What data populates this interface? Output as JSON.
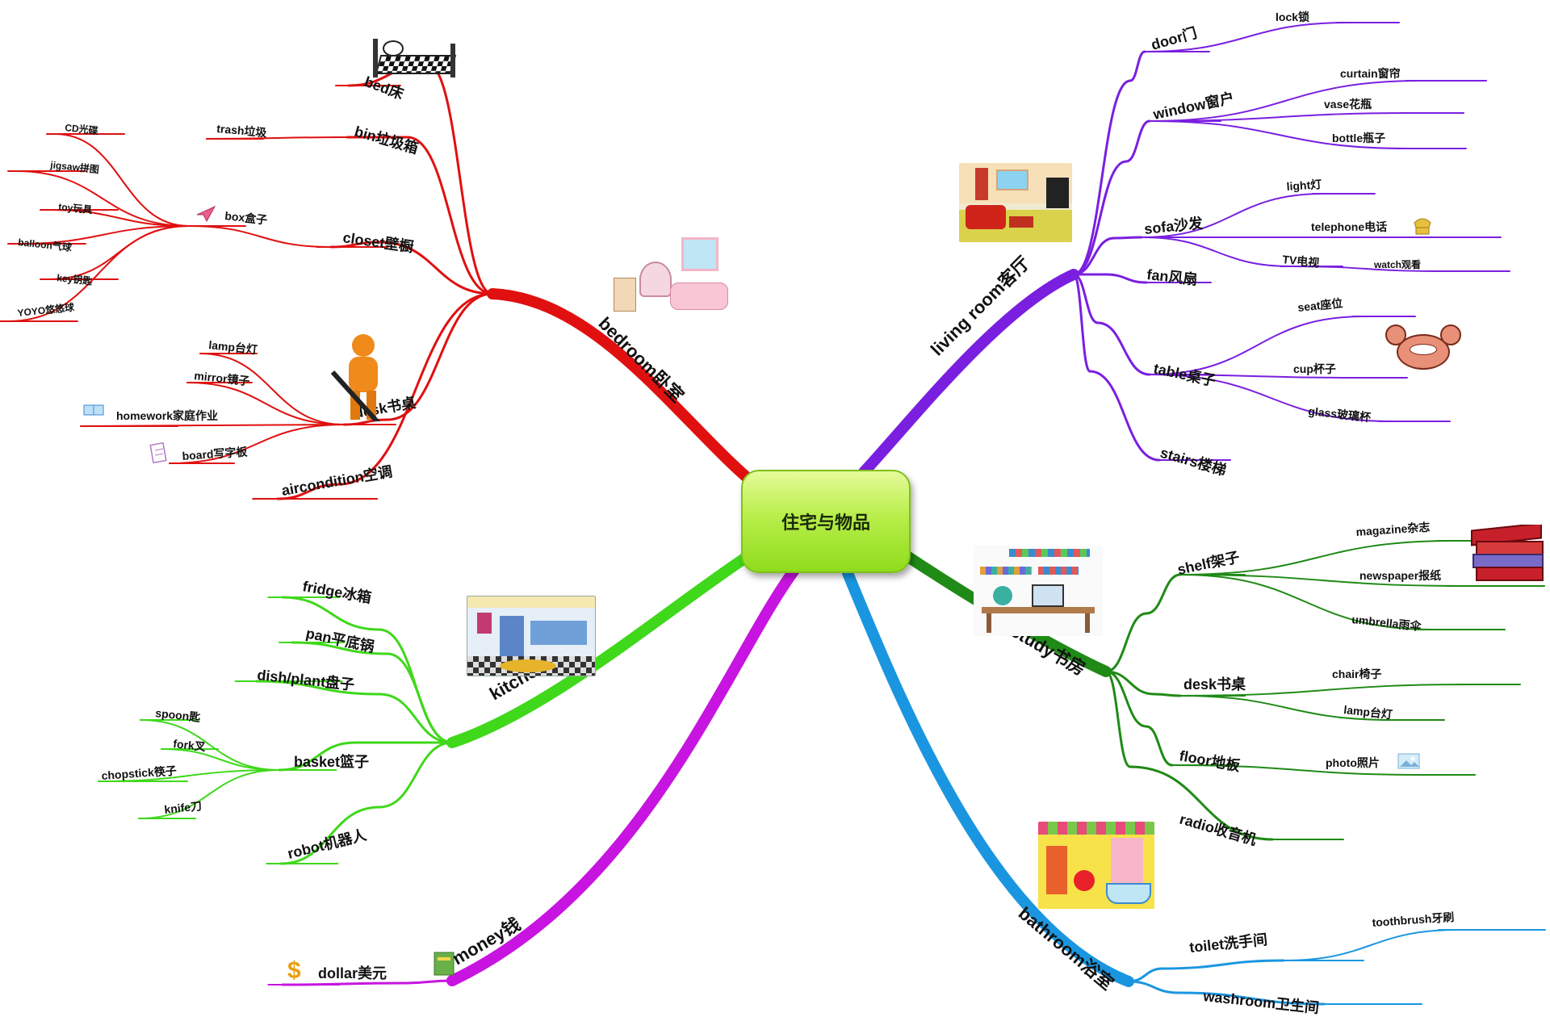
{
  "root": "住宅与物品",
  "branches": [
    {
      "id": "bedroom",
      "label": "bedroom卧室",
      "color": "#e01010",
      "children": [
        {
          "label": "bed床",
          "children": []
        },
        {
          "label": "bin垃圾箱",
          "children": [
            {
              "label": "trash垃圾"
            }
          ]
        },
        {
          "label": "closet壁橱",
          "children": [
            {
              "label": "box盒子",
              "children": [
                {
                  "label": "CD光碟"
                },
                {
                  "label": "jigsaw拼图"
                },
                {
                  "label": "toy玩具"
                },
                {
                  "label": "balloon气球"
                },
                {
                  "label": "key钥匙"
                },
                {
                  "label": "YOYO悠悠球"
                }
              ]
            }
          ]
        },
        {
          "label": "desk书桌",
          "children": [
            {
              "label": "lamp台灯"
            },
            {
              "label": "mirror镜子"
            },
            {
              "label": "homework家庭作业"
            },
            {
              "label": "board写字板"
            }
          ]
        },
        {
          "label": "aircondition空调",
          "children": []
        }
      ]
    },
    {
      "id": "living",
      "label": "living room客厅",
      "color": "#7a1fe0",
      "children": [
        {
          "label": "door门",
          "children": [
            {
              "label": "lock锁"
            }
          ]
        },
        {
          "label": "window窗户",
          "children": [
            {
              "label": "curtain窗帘"
            },
            {
              "label": "vase花瓶"
            },
            {
              "label": "bottle瓶子"
            }
          ]
        },
        {
          "label": "sofa沙发",
          "children": [
            {
              "label": "light灯"
            },
            {
              "label": "telephone电话"
            },
            {
              "label": "TV电视",
              "children": [
                {
                  "label": "watch观看"
                }
              ]
            }
          ]
        },
        {
          "label": "fan风扇",
          "children": []
        },
        {
          "label": "table桌子",
          "children": [
            {
              "label": "seat座位"
            },
            {
              "label": "cup杯子"
            },
            {
              "label": "glass玻璃杯"
            }
          ]
        },
        {
          "label": "stairs楼梯",
          "children": []
        }
      ]
    },
    {
      "id": "kitchen",
      "label": "kitchen厨房",
      "color": "#3fd81a",
      "children": [
        {
          "label": "fridge冰箱",
          "children": []
        },
        {
          "label": "pan平底锅",
          "children": []
        },
        {
          "label": "dish/plant盘子",
          "children": []
        },
        {
          "label": "basket篮子",
          "children": [
            {
              "label": "spoon匙"
            },
            {
              "label": "fork叉"
            },
            {
              "label": "chopstick筷子"
            },
            {
              "label": "knife刀"
            }
          ]
        },
        {
          "label": "robot机器人",
          "children": []
        }
      ]
    },
    {
      "id": "money",
      "label": "money钱",
      "color": "#c814e0",
      "children": [
        {
          "label": "dollar美元",
          "children": []
        }
      ]
    },
    {
      "id": "study",
      "label": "study书房",
      "color": "#1f8a16",
      "children": [
        {
          "label": "shelf架子",
          "children": [
            {
              "label": "magazine杂志"
            },
            {
              "label": "newspaper报纸"
            },
            {
              "label": "umbrella雨伞"
            }
          ]
        },
        {
          "label": "desk书桌",
          "children": [
            {
              "label": "chair椅子"
            },
            {
              "label": "lamp台灯"
            }
          ]
        },
        {
          "label": "floor地板",
          "children": [
            {
              "label": "photo照片"
            }
          ]
        },
        {
          "label": "radio收音机",
          "children": []
        }
      ]
    },
    {
      "id": "bathroom",
      "label": "bathroom浴室",
      "color": "#1a96e0",
      "children": [
        {
          "label": "toilet洗手间",
          "children": [
            {
              "label": "toothbrush牙刷"
            }
          ]
        },
        {
          "label": "washroom卫生间",
          "children": []
        }
      ]
    }
  ],
  "icons": [
    "paper-plane-icon",
    "book-icon",
    "notepad-icon",
    "telephone-icon",
    "picture-icon",
    "dollar-icon"
  ]
}
